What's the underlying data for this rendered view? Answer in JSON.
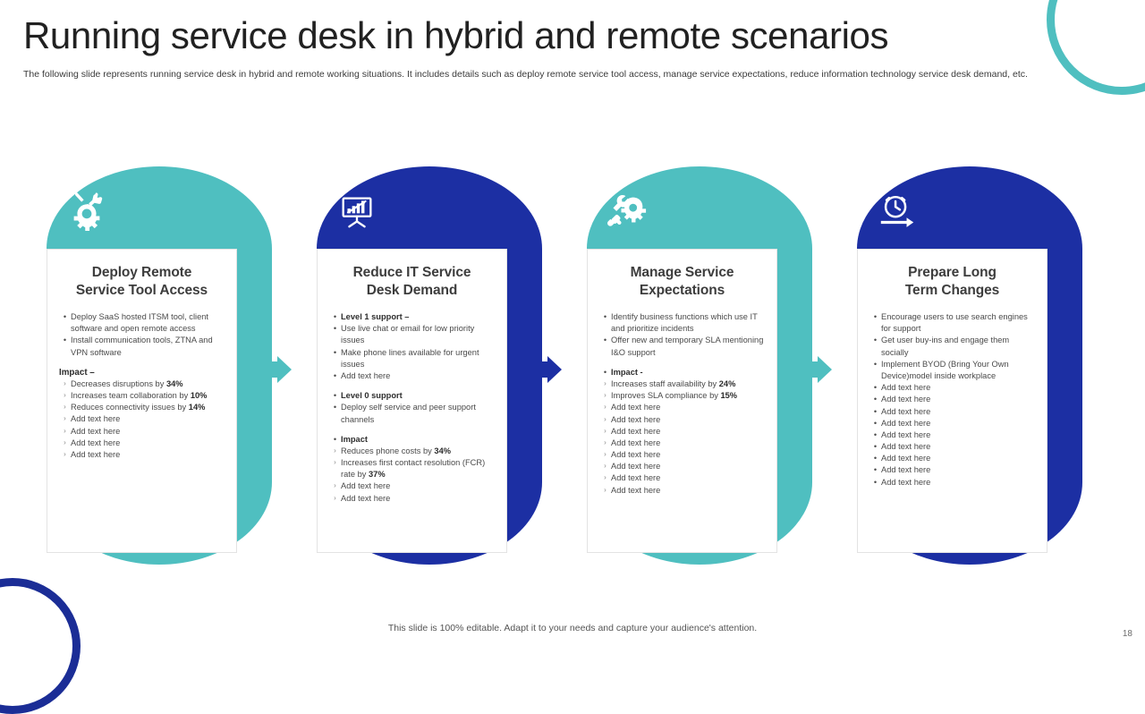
{
  "slide": {
    "title": "Running service desk in hybrid and remote scenarios",
    "subtitle": "The following slide represents running service  desk in hybrid and remote working situations. It includes details such as deploy remote service tool access, manage service expectations, reduce information technology service desk demand, etc.",
    "footer_note": "This slide is 100% editable. Adapt it to your needs and capture your audience's attention.",
    "page_number": "18"
  },
  "colors": {
    "teal": "#4FBFC0",
    "blue": "#1C2FA3",
    "title_text": "#212121",
    "body_text": "#4a4a4a"
  },
  "columns": [
    {
      "title": "Deploy Remote\nService Tool Access",
      "title_line1": "Deploy Remote",
      "title_line2": "Service Tool Access",
      "accent": "teal",
      "icon": "gear-wrench-icon",
      "items": [
        {
          "marker": "bullet",
          "text": "Deploy SaaS hosted ITSM  tool, client software and open remote access"
        },
        {
          "marker": "bullet",
          "text": "Install communication tools, ZTNA  and VPN  software"
        }
      ],
      "impact_label": "Impact –",
      "impact_items": [
        {
          "marker": "chevron",
          "text": "Decreases disruptions by ",
          "bold": "34%"
        },
        {
          "marker": "chevron",
          "text": "Increases team collaboration by ",
          "bold": "10%"
        },
        {
          "marker": "chevron",
          "text": "Reduces connectivity issues by ",
          "bold": "14%"
        },
        {
          "marker": "chevron",
          "text": "Add text here",
          "bold": ""
        },
        {
          "marker": "chevron",
          "text": "Add text here",
          "bold": ""
        },
        {
          "marker": "chevron",
          "text": "Add text here",
          "bold": ""
        },
        {
          "marker": "chevron",
          "text": "Add text here",
          "bold": ""
        }
      ]
    },
    {
      "title": "Reduce IT Service\nDesk Demand",
      "title_line1": "Reduce IT Service",
      "title_line2": "Desk Demand",
      "accent": "blue",
      "icon": "presentation-chart-icon",
      "items": [
        {
          "marker": "bullet",
          "text": "Level 1 support  –",
          "bold_all": true
        },
        {
          "marker": "bullet",
          "text": "Use live chat or email for low priority issues"
        },
        {
          "marker": "bullet",
          "text": "Make  phone lines available for urgent issues"
        },
        {
          "marker": "bullet",
          "text": "Add text here"
        },
        {
          "marker": "bullet",
          "text": "Level 0 support",
          "bold_all": true,
          "gap": true
        },
        {
          "marker": "bullet",
          "text": "Deploy self service and peer support channels"
        },
        {
          "marker": "bullet",
          "text": "Impact",
          "bold_all": true,
          "gap": true
        },
        {
          "marker": "chevron",
          "text": "Reduces phone costs by ",
          "bold": "34%"
        },
        {
          "marker": "chevron",
          "text": "Increases first contact resolution (FCR) rate by ",
          "bold": "37%"
        },
        {
          "marker": "chevron",
          "text": "Add text here"
        },
        {
          "marker": "chevron",
          "text": "Add text here"
        }
      ],
      "impact_label": "",
      "impact_items": []
    },
    {
      "title": "Manage Service\nExpectations",
      "title_line1": "Manage Service",
      "title_line2": "Expectations",
      "accent": "teal",
      "icon": "hand-wrench-gear-icon",
      "items": [
        {
          "marker": "bullet",
          "text": "Identify  business functions which use IT  and prioritize incidents"
        },
        {
          "marker": "bullet",
          "text": "Offer  new and temporary SLA mentioning I&O support"
        },
        {
          "marker": "bullet",
          "text": "Impact -",
          "bold_all": true,
          "gap": true
        },
        {
          "marker": "chevron",
          "text": "Increases staff availability by ",
          "bold": "24%"
        },
        {
          "marker": "chevron",
          "text": "Improves SLA compliance by ",
          "bold": "15%"
        },
        {
          "marker": "chevron",
          "text": "Add text here"
        },
        {
          "marker": "chevron",
          "text": "Add text here"
        },
        {
          "marker": "chevron",
          "text": "Add text here"
        },
        {
          "marker": "chevron",
          "text": "Add text here"
        },
        {
          "marker": "chevron",
          "text": "Add text here"
        },
        {
          "marker": "chevron",
          "text": "Add text here"
        },
        {
          "marker": "chevron",
          "text": "Add text here"
        },
        {
          "marker": "chevron",
          "text": "Add text here"
        }
      ],
      "impact_label": "",
      "impact_items": []
    },
    {
      "title": "Prepare Long\nTerm Changes",
      "title_line1": "Prepare Long",
      "title_line2": "Term Changes",
      "accent": "blue",
      "icon": "clock-arrow-icon",
      "items": [
        {
          "marker": "bullet",
          "text": "Encourage users to use search engines for support"
        },
        {
          "marker": "bullet",
          "text": "Get user buy-ins and engage them socially"
        },
        {
          "marker": "bullet",
          "text": "Implement BYOD (Bring Your Own Device)model inside workplace"
        },
        {
          "marker": "bullet",
          "text": "Add text here"
        },
        {
          "marker": "bullet",
          "text": "Add text here"
        },
        {
          "marker": "bullet",
          "text": "Add text here"
        },
        {
          "marker": "bullet",
          "text": "Add text here"
        },
        {
          "marker": "bullet",
          "text": "Add text here"
        },
        {
          "marker": "bullet",
          "text": "Add text here"
        },
        {
          "marker": "bullet",
          "text": "Add text here"
        },
        {
          "marker": "bullet",
          "text": "Add text here"
        },
        {
          "marker": "bullet",
          "text": "Add text here"
        }
      ],
      "impact_label": "",
      "impact_items": []
    }
  ]
}
